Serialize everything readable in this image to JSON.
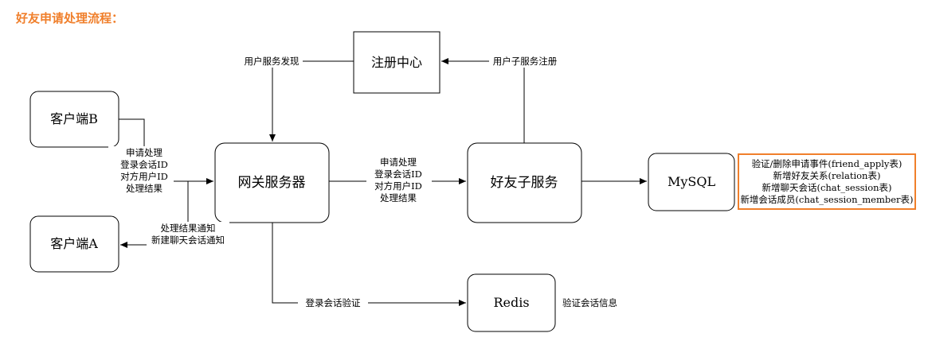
{
  "heading": "好友申请处理流程：",
  "nodes": {
    "registry": "注册中心",
    "client_b": "客户端B",
    "client_a": "客户端A",
    "gateway": "网关服务器",
    "friend_service": "好友子服务",
    "mysql": "MySQL",
    "redis": "Redis"
  },
  "edges": {
    "user_service_discovery": "用户服务发现",
    "user_subservice_register": "用户子服务注册",
    "client_b_request": [
      "申请处理",
      "登录会话ID",
      "对方用户ID",
      "处理结果"
    ],
    "gateway_to_friend": [
      "申请处理",
      "登录会话ID",
      "对方用户ID",
      "处理结果"
    ],
    "notify_client_a": [
      "处理结果通知",
      "新建聊天会话通知"
    ],
    "session_check": "登录会话验证",
    "redis_note": "验证会话信息"
  },
  "mysql_note": [
    "验证/删除申请事件(friend_apply表)",
    "新增好友关系(relation表)",
    "新增聊天会话(chat_session表)",
    "新增会话成员(chat_session_member表)"
  ],
  "colors": {
    "accent": "#f07f2b",
    "stroke": "#000000"
  }
}
